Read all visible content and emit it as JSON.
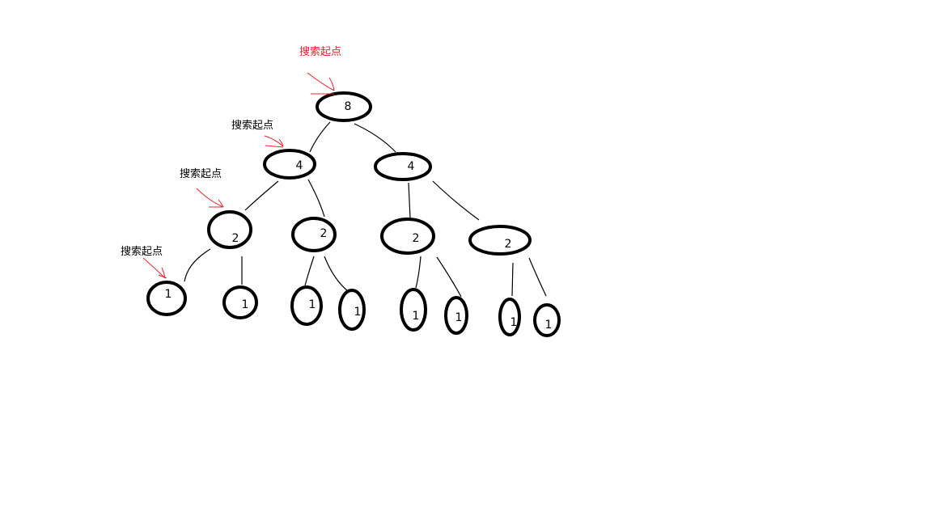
{
  "diagram": {
    "type": "binary-tree",
    "nodes": [
      {
        "id": "root",
        "label": "8"
      },
      {
        "id": "l1a",
        "label": "4"
      },
      {
        "id": "l1b",
        "label": "4"
      },
      {
        "id": "l2a",
        "label": "2"
      },
      {
        "id": "l2b",
        "label": "2"
      },
      {
        "id": "l2c",
        "label": "2"
      },
      {
        "id": "l2d",
        "label": "2"
      },
      {
        "id": "l3a",
        "label": "1"
      },
      {
        "id": "l3b",
        "label": "1"
      },
      {
        "id": "l3c",
        "label": "1"
      },
      {
        "id": "l3d",
        "label": "1"
      },
      {
        "id": "l3e",
        "label": "1"
      },
      {
        "id": "l3f",
        "label": "1"
      },
      {
        "id": "l3g",
        "label": "1"
      },
      {
        "id": "l3h",
        "label": "1"
      }
    ],
    "edges": [
      [
        "root",
        "l1a"
      ],
      [
        "root",
        "l1b"
      ],
      [
        "l1a",
        "l2a"
      ],
      [
        "l1a",
        "l2b"
      ],
      [
        "l1b",
        "l2c"
      ],
      [
        "l1b",
        "l2d"
      ],
      [
        "l2a",
        "l3a"
      ],
      [
        "l2a",
        "l3b"
      ],
      [
        "l2b",
        "l3c"
      ],
      [
        "l2b",
        "l3d"
      ],
      [
        "l2c",
        "l3e"
      ],
      [
        "l2c",
        "l3f"
      ],
      [
        "l2d",
        "l3g"
      ],
      [
        "l2d",
        "l3h"
      ]
    ],
    "annotations": [
      {
        "text": "搜索起点",
        "target": "root",
        "color": "#e8262a"
      },
      {
        "text": "搜索起点",
        "target": "l1a",
        "color": "#000000"
      },
      {
        "text": "搜索起点",
        "target": "l2a",
        "color": "#000000"
      },
      {
        "text": "搜索起点",
        "target": "l3a",
        "color": "#000000"
      }
    ],
    "arrow_color": "#e8262a",
    "stroke_color": "#000000"
  }
}
